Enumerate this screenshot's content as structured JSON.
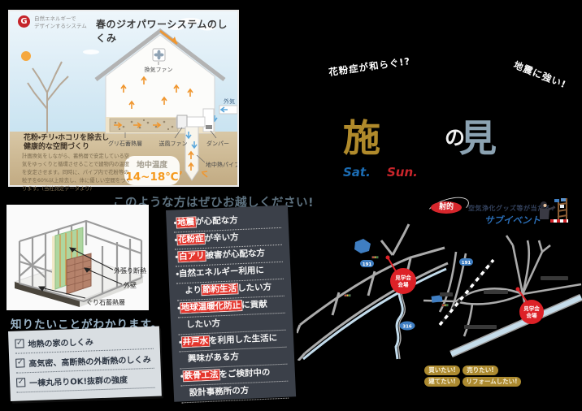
{
  "diagram_card": {
    "logo_line1": "自然エネルギーで",
    "logo_line2": "デザインするシステム",
    "logo_letter": "G",
    "title": "春のジオパワーシステムのしくみ",
    "labels": {
      "vent_fan": "換気ファン",
      "outside_air": "外気",
      "gravel_layer": "グリ石蓄熱層",
      "blower_fan": "送風ファン",
      "damper": "ダンパー",
      "geo_pipe": "地中熱パイプ",
      "temp_label": "地中温度",
      "temp_value": "14~18℃"
    },
    "benefit_line1": "花粉・チリ・ホコリを除去し",
    "benefit_line2": "健康的な空間づくり",
    "benefit_body": "計画換気をしながら、蓄熱層で安定している空気をゆっくりと循環させることで建物内の温度を安定させます。同時に、パイプ内で花粉等の粒子を60%以上除去し、体に優しい空間をつくります。(当社測定データより)"
  },
  "headline": {
    "tilt_left": "花粉症が和らぐ!?",
    "tilt_right": "地震に強い!",
    "char_gold": "施",
    "char_particle": "の",
    "char_blue": "見",
    "sat": "Sat.",
    "sun": "Sun."
  },
  "subevent": {
    "badge": "射的",
    "prize": "空気浄化グッズ等が当たる♪",
    "label": "サブイベント"
  },
  "invite": {
    "heading": "このような方はぜひお越しください!",
    "lines": [
      {
        "pre": "・",
        "hl": "地震",
        "post": "が心配な方",
        "ind": false
      },
      {
        "pre": "・",
        "hl": "花粉症",
        "post": "が辛い方",
        "ind": false
      },
      {
        "pre": "・",
        "hl": "白アリ",
        "post": "被害が心配な方",
        "ind": false
      },
      {
        "pre": "・自然エネルギー利用に",
        "hl": "",
        "post": "",
        "ind": false
      },
      {
        "pre": "より",
        "hl": "節約生活",
        "post": "したい方",
        "ind": true
      },
      {
        "pre": "・",
        "hl": "地球温暖化防止",
        "post": "に貢献",
        "ind": false
      },
      {
        "pre": "したい方",
        "hl": "",
        "post": "",
        "ind": true
      },
      {
        "pre": "・",
        "hl": "井戸水",
        "post": "を利用した生活に",
        "ind": false
      },
      {
        "pre": "興味がある方",
        "hl": "",
        "post": "",
        "ind": true
      },
      {
        "pre": "・",
        "hl": "鉄骨工法",
        "post": "をご検討中の",
        "ind": false
      },
      {
        "pre": "設計事務所の方",
        "hl": "",
        "post": "",
        "ind": true
      }
    ]
  },
  "frame_photo": {
    "label_insulation": "外張り断熱",
    "label_wall": "外壁",
    "label_gravel": "ぐり石蓄熱層"
  },
  "learn": {
    "heading": "知りたいことがわかります。",
    "check": "✓",
    "items": [
      "地熱の家のしくみ",
      "高気密、高断熱の外断熱のしくみ",
      "一棟丸吊りOK!抜群の強度"
    ]
  },
  "maps": {
    "venue_line1": "見学会",
    "venue_line2": "会場",
    "badge_191": "191",
    "badge_316": "316"
  },
  "pills": [
    "買いたい!",
    "売りたい!",
    "建てたい!",
    "リフォームしたい!"
  ],
  "colors": {
    "gold": "#b08a2b",
    "highlight_red": "#e5362d",
    "venue_red": "#dd2127",
    "route_blue": "#3f7ec2",
    "sat_blue": "#1b6cb3",
    "sun_red": "#c9252b"
  }
}
